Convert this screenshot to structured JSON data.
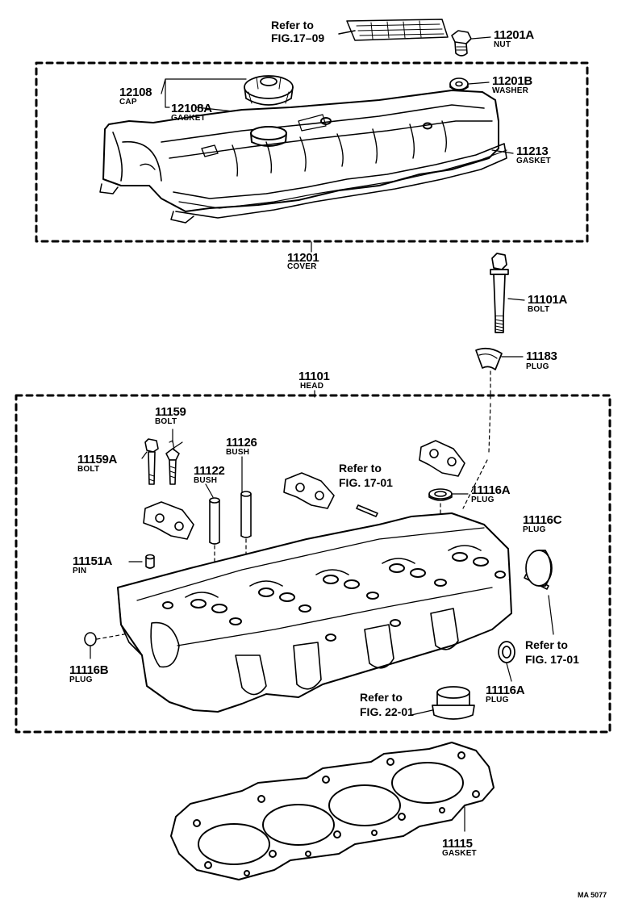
{
  "parts": [
    {
      "id": "p11201A",
      "number": "11201A",
      "name": "NUT"
    },
    {
      "id": "p11201B",
      "number": "11201B",
      "name": "WASHER"
    },
    {
      "id": "p12108",
      "number": "12108",
      "name": "CAP"
    },
    {
      "id": "p12108A",
      "number": "12108A",
      "name": "GASKET"
    },
    {
      "id": "p11213",
      "number": "11213",
      "name": "GASKET"
    },
    {
      "id": "p11201",
      "number": "11201",
      "name": "COVER"
    },
    {
      "id": "p11101A",
      "number": "11101A",
      "name": "BOLT"
    },
    {
      "id": "p11183",
      "number": "11183",
      "name": "PLUG"
    },
    {
      "id": "p11101",
      "number": "11101",
      "name": "HEAD"
    },
    {
      "id": "p11159",
      "number": "11159",
      "name": "BOLT"
    },
    {
      "id": "p11126",
      "number": "11126",
      "name": "BUSH"
    },
    {
      "id": "p11159A",
      "number": "11159A",
      "name": "BOLT"
    },
    {
      "id": "p11122",
      "number": "11122",
      "name": "BUSH"
    },
    {
      "id": "p11116A_top",
      "number": "11116A",
      "name": "PLUG"
    },
    {
      "id": "p11116C",
      "number": "11116C",
      "name": "PLUG"
    },
    {
      "id": "p11151A",
      "number": "11151A",
      "name": "PIN"
    },
    {
      "id": "p11116B",
      "number": "11116B",
      "name": "PLUG"
    },
    {
      "id": "p11116A_bot",
      "number": "11116A",
      "name": "PLUG"
    },
    {
      "id": "p11115",
      "number": "11115",
      "name": "GASKET"
    }
  ],
  "refs": [
    {
      "id": "ref_fig17_09",
      "line1": "Refer to",
      "line2": "FIG.17–09"
    },
    {
      "id": "ref_fig17_01_a",
      "line1": "Refer to",
      "line2": "FIG. 17-01"
    },
    {
      "id": "ref_fig17_01_b",
      "line1": "Refer to",
      "line2": "FIG. 17-01"
    },
    {
      "id": "ref_fig22_01",
      "line1": "Refer to",
      "line2": "FIG. 22-01"
    }
  ],
  "drawing_code": "MA 5077"
}
